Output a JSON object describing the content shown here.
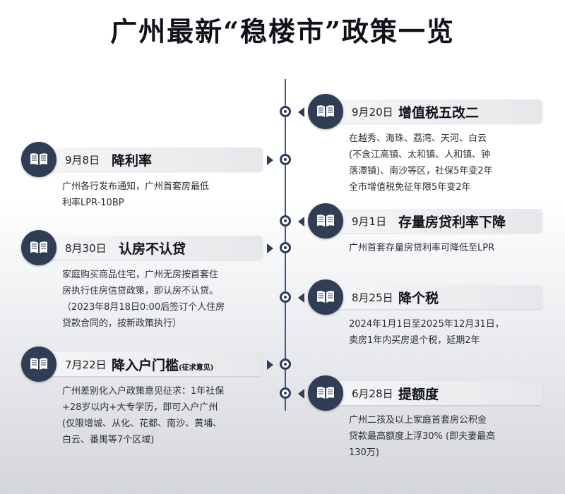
{
  "title": "广州最新“稳楼市”政策一览",
  "items": [
    {
      "date": "9月20日",
      "label": "增值税五改二",
      "desc": "在越秀、海珠、荔湾、天河、白云\n(不含江高镇、太和镇、人和镇、钟\n落潭镇)、南沙等区，社保5年变2年\n全市增值税免征年限5年变2年"
    },
    {
      "date": "9月8日",
      "label": "降利率",
      "desc": "广州各行发布通知，广州首套房最低\n利率LPR-10BP"
    },
    {
      "date": "9月1日",
      "label": "存量房贷利率下降",
      "desc": "广州首套存量房贷利率可降低至LPR"
    },
    {
      "date": "8月30日",
      "label": "认房不认贷",
      "desc": "家庭购买商品住宅，广州无房按首套住\n房执行住房信贷政策，即认房不认贷。\n（2023年8月18日0:00后签订个人住房\n贷款合同的，按新政策执行）"
    },
    {
      "date": "8月25日",
      "label": "降个税",
      "desc": "2024年1月1日至2025年12月31日，\n卖房1年内买房退个税，延期2年"
    },
    {
      "date": "7月22日",
      "label": "降入户门槛",
      "label_note": "(征求意见)",
      "desc": "广州差别化入户政策意见征求：1年社保\n+28岁以内+大专学历，即可入户广州\n(仅限增城、从化、花都、南沙、黄埔、\n白云、番禺等7个区域)"
    },
    {
      "date": "6月28日",
      "label": "提额度",
      "desc": "广州二孩及以上家庭首套房公积金\n贷款最高额度上浮30% (即夫妻最高\n130万)"
    }
  ],
  "colors": {
    "accent": "#2f3d55",
    "header_bg": "#e6e7ea",
    "text": "#2b2f38"
  },
  "icons": [
    "book-icon",
    "timeline-node-icon",
    "arrow-icon"
  ]
}
